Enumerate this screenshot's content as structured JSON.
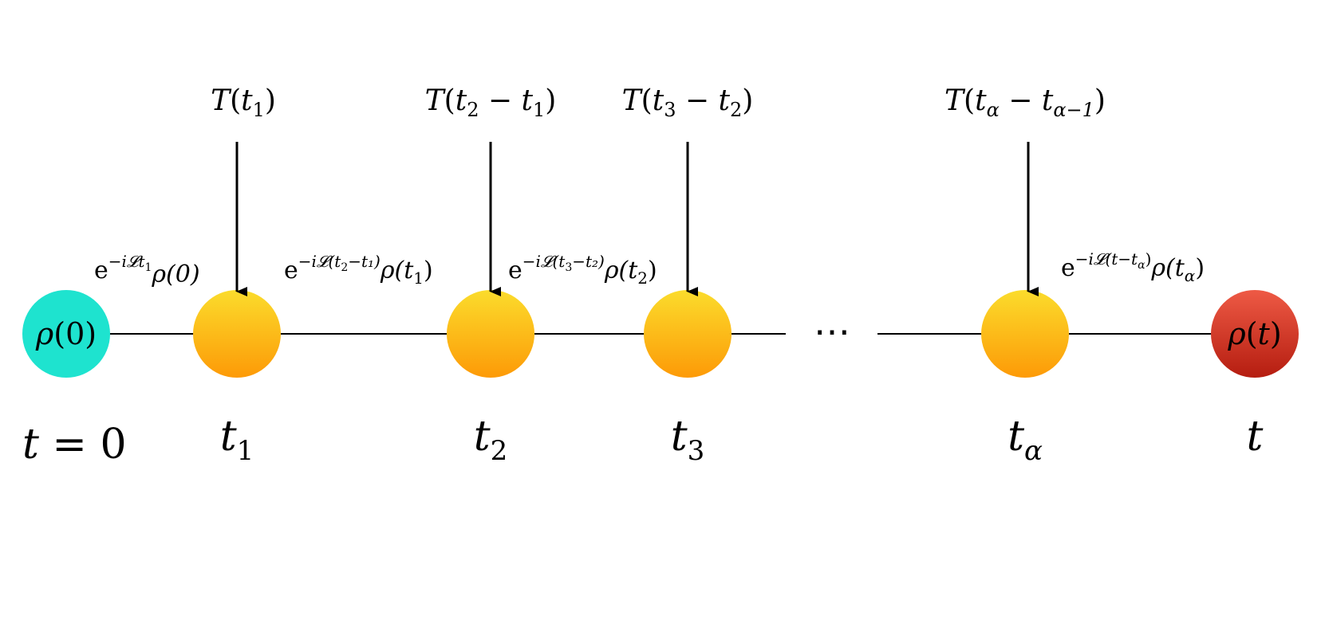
{
  "start_node": {
    "label_symbol": "ρ",
    "label_arg": "0",
    "color": "#1ee3cf"
  },
  "end_node": {
    "label_symbol": "ρ",
    "label_arg": "t",
    "color": "#d63a2c"
  },
  "event_color_top": "#fbdc2c",
  "event_color_bottom": "#fd9a07",
  "ellipsis": "⋯",
  "time_labels": [
    {
      "main": "t = 0",
      "sub": ""
    },
    {
      "main": "t",
      "sub": "1"
    },
    {
      "main": "t",
      "sub": "2"
    },
    {
      "main": "t",
      "sub": "3"
    },
    {
      "main": "t",
      "sub": "α"
    },
    {
      "main": "t",
      "sub": ""
    }
  ],
  "measurements": [
    {
      "fn": "T(",
      "a": "t",
      "a_sub": "1",
      "op": "",
      "b": "",
      "b_sub": "",
      "close": ")"
    },
    {
      "fn": "T(",
      "a": "t",
      "a_sub": "2",
      "op": " − ",
      "b": "t",
      "b_sub": "1",
      "close": ")"
    },
    {
      "fn": "T(",
      "a": "t",
      "a_sub": "3",
      "op": " − ",
      "b": "t",
      "b_sub": "2",
      "close": ")"
    },
    {
      "fn": "T(",
      "a": "t",
      "a_sub": "α",
      "op": " − ",
      "b": "t",
      "b_sub": "α−1",
      "close": ")"
    }
  ],
  "evolutions": [
    {
      "base": "e",
      "exp": "−i𝓛t",
      "exp_sub": "1",
      "exp_tail": "",
      "rho": "ρ(0)",
      "rho_arg": "",
      "rho_sub": ""
    },
    {
      "base": "e",
      "exp": "−i𝓛(t",
      "exp_sub": "2",
      "exp_tail": "−t₁)",
      "rho": "ρ(",
      "rho_arg": "t",
      "rho_sub": "1"
    },
    {
      "base": "e",
      "exp": "−i𝓛(t",
      "exp_sub": "3",
      "exp_tail": "−t₂)",
      "rho": "ρ(",
      "rho_arg": "t",
      "rho_sub": "2"
    },
    {
      "base": "e",
      "exp": "−i𝓛(t−t",
      "exp_sub": "α",
      "exp_tail": ")",
      "rho": "ρ(",
      "rho_arg": "t",
      "rho_sub": "α"
    }
  ]
}
